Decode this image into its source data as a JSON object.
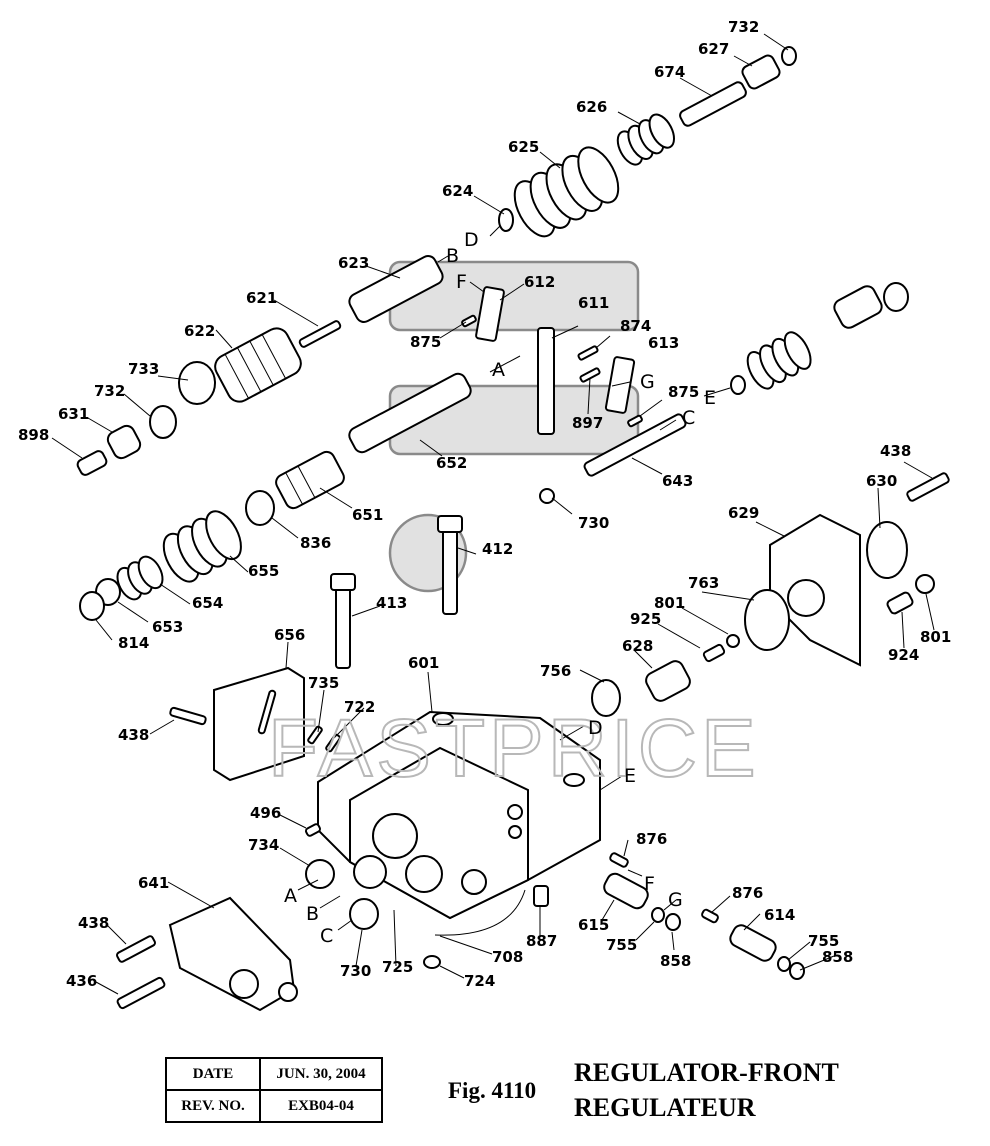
{
  "watermark": "FASTPRICE",
  "part_labels": [
    "732",
    "627",
    "674",
    "626",
    "625",
    "624",
    "623",
    "612",
    "621",
    "622",
    "875",
    "611",
    "874",
    "613",
    "733",
    "732",
    "631",
    "898",
    "652",
    "897",
    "875",
    "643",
    "438",
    "630",
    "629",
    "730",
    "836",
    "651",
    "412",
    "763",
    "801",
    "925",
    "801",
    "924",
    "655",
    "654",
    "653",
    "814",
    "413",
    "656",
    "628",
    "735",
    "601",
    "756",
    "722",
    "438",
    "496",
    "734",
    "876",
    "641",
    "615",
    "755",
    "858",
    "876",
    "614",
    "755",
    "858",
    "887",
    "438",
    "730",
    "725",
    "708",
    "724",
    "436"
  ],
  "letters": [
    "D",
    "B",
    "F",
    "A",
    "G",
    "E",
    "C",
    "D",
    "E",
    "A",
    "B",
    "C",
    "F",
    "G"
  ],
  "revision_table": {
    "date_label": "DATE",
    "date_value": "JUN. 30, 2004",
    "rev_label": "REV. NO.",
    "rev_value": "EXB04-04"
  },
  "figure": {
    "number": "Fig. 4110",
    "title_en": "REGULATOR-FRONT",
    "title_fr": "REGULATEUR"
  }
}
